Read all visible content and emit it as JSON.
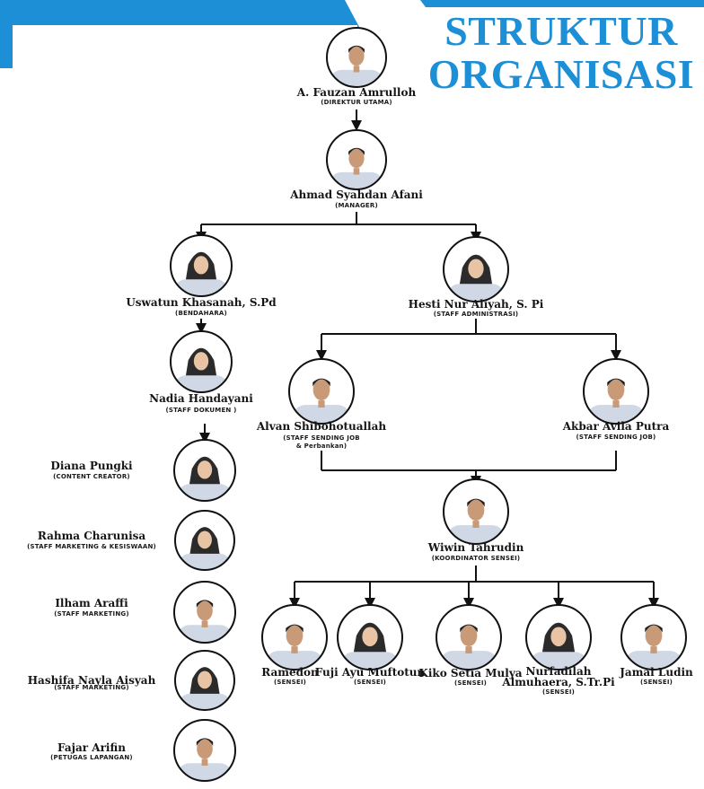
{
  "title": {
    "line1": "STRUKTUR",
    "line2": "ORGANISASI"
  },
  "colors": {
    "accent": "#1d8fd6",
    "line": "#111111",
    "circle_border": "#111111",
    "shirt": "#cfd8e4"
  },
  "people": {
    "director": {
      "name": "A. Fauzan Amrulloh",
      "role": "(DIREKTUR UTAMA)"
    },
    "manager": {
      "name": "Ahmad Syahdan Afani",
      "role": "(MANAGER)"
    },
    "bendahara": {
      "name": "Uswatun Khasanah, S.Pd",
      "role": "(BENDAHARA)"
    },
    "admin": {
      "name": "Hesti Nur Aliyah, S. Pi",
      "role": "(STAFF ADMINISTRASI)"
    },
    "dokumen": {
      "name": "Nadia Handayani",
      "role": "(STAFF DOKUMEN )"
    },
    "alvan": {
      "name": "Alvan Shibohotuallah",
      "role1": "(STAFF SENDING JOB",
      "role2": "& Perbankan)"
    },
    "akbar": {
      "name": "Akbar Avila Putra",
      "role": "(STAFF SENDING JOB)"
    },
    "diana": {
      "name": "Diana Pungki",
      "role": "(CONTENT CREATOR)"
    },
    "wiwin": {
      "name": "Wiwin  Tahrudin",
      "role": "(KOORDINATOR SENSEI)"
    },
    "rahma": {
      "name": "Rahma Charunisa",
      "role": "(STAFF MARKETING & KESISWAAN)"
    },
    "ilham": {
      "name": "Ilham Araffi",
      "role": "(STAFF MARKETING)"
    },
    "hashifa": {
      "name": "Hashifa Nayla Aisyah",
      "role": "(STAFF MARKETING)"
    },
    "fajar": {
      "name": "Fajar Arifin",
      "role": "(PETUGAS LAPANGAN)"
    },
    "ramedon": {
      "name": "Ramedon",
      "role": "(SENSEI)"
    },
    "fuji": {
      "name": "Fuji Ayu Muftotun",
      "role": "(SENSEI)"
    },
    "kiko": {
      "name": "Kiko Setia Mulya",
      "role": "(SENSEI)"
    },
    "nurfadilah": {
      "name1": "Nurfadilah",
      "name2": "Almuhaera, S.Tr.Pi",
      "role": "(SENSEI)"
    },
    "jamal": {
      "name": "Jamal Ludin",
      "role": "(SENSEI)"
    }
  }
}
